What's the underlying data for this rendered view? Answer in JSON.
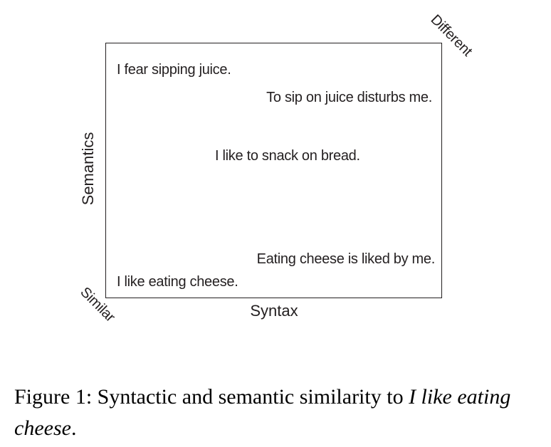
{
  "figure": {
    "sentences": [
      "I fear sipping juice.",
      "To sip on juice disturbs me.",
      "I like to snack on bread.",
      "Eating cheese is liked by me.",
      "I like eating cheese."
    ],
    "y_axis_label": "Semantics",
    "x_axis_label": "Syntax",
    "corner_top_right": "Different",
    "corner_bottom_left": "Similar"
  },
  "caption": {
    "prefix": "Figure 1: Syntactic and semantic similarity to ",
    "italic": "I like eating cheese",
    "suffix": "."
  }
}
